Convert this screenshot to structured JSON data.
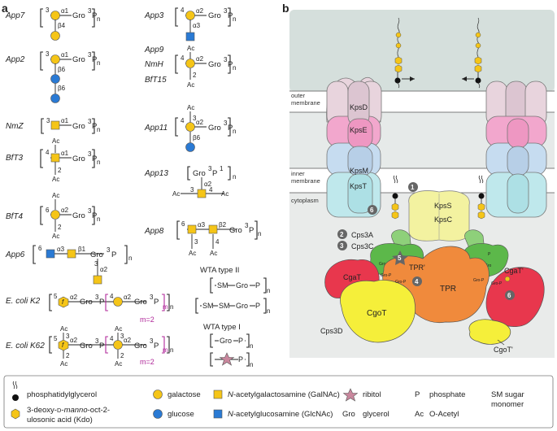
{
  "panel_labels": {
    "a": "a",
    "b": "b"
  },
  "colors": {
    "galactose": "#f5c518",
    "glucose": "#2a7ad4",
    "galnac": "#f5c518",
    "glcnac": "#2a7ad4",
    "ribitol": "#c9879d",
    "kdo": "#f5c518",
    "magenta": "#b0289a",
    "kpsD": "#e8d4dd",
    "kpsE": "#f2a7cd",
    "kpsM": "#c6dcf0",
    "kpsT": "#bfe8ec",
    "kpsSC": "#f3f2a0",
    "cps3": "#5cb84a",
    "tpr": "#f08a3c",
    "cgoT": "#f5ef3a",
    "cgaT": "#e8374d",
    "periplasm": "#d9e2df"
  },
  "panel_a": {
    "structures": [
      {
        "name": "App7",
        "links": [
          "3",
          "α1",
          "β4"
        ],
        "tail": [
          "Gro",
          "3",
          "P",
          "n"
        ]
      },
      {
        "name": "App2",
        "links": [
          "3",
          "α1",
          "β6",
          "β6"
        ],
        "tail": [
          "Gro",
          "3",
          "P",
          "n"
        ]
      },
      {
        "name": "NmZ",
        "links": [
          "3",
          "α1"
        ],
        "tail": [
          "Gro",
          "3",
          "P",
          "n"
        ]
      },
      {
        "name": "BfT3",
        "links": [
          "4",
          "α1",
          "Ac",
          "2",
          "Ac"
        ],
        "tail": [
          "Gro",
          "3",
          "P",
          "n"
        ]
      },
      {
        "name": "BfT4",
        "links": [
          "6",
          "α2",
          "Ac",
          "2",
          "Ac"
        ],
        "tail": [
          "Gro",
          "3",
          "P",
          "n"
        ]
      },
      {
        "name": "App6",
        "links": [
          "6",
          "α3",
          "β1",
          "3",
          "α2"
        ],
        "tail": [
          "Gro",
          "3",
          "P",
          "n"
        ]
      },
      {
        "name": "App3",
        "links": [
          "4",
          "α2",
          "α3"
        ],
        "tail": [
          "Gro",
          "3",
          "P",
          "n"
        ]
      },
      {
        "name": "App9",
        "links": []
      },
      {
        "name": "NmH",
        "links": [
          "4",
          "α2",
          "Ac",
          "2",
          "Ac"
        ],
        "tail": [
          "Gro",
          "3",
          "P",
          "n"
        ]
      },
      {
        "name": "BfT15",
        "links": []
      },
      {
        "name": "App11",
        "links": [
          "4",
          "α2",
          "Ac",
          "3",
          "β6"
        ],
        "tail": [
          "Gro",
          "3",
          "P",
          "n"
        ]
      },
      {
        "name": "App13",
        "links": [
          "Gro",
          "3",
          "P",
          "1",
          "α2",
          "3",
          "4",
          "Ac",
          "Ac"
        ],
        "tail": [
          "n"
        ]
      },
      {
        "name": "App8",
        "links": [
          "6",
          "α3",
          "β2",
          "3",
          "4",
          "Ac",
          "Ac"
        ],
        "tail": [
          "Gro",
          "3",
          "P",
          "n"
        ]
      }
    ],
    "ecoli_k2": {
      "name": "E. coli K2",
      "links": [
        "5",
        "f",
        "α2",
        "Gro",
        "3",
        "P",
        "4",
        "α2",
        "Gro",
        "3",
        "P",
        "m",
        "n"
      ],
      "m": "m=2"
    },
    "ecoli_k62": {
      "name": "E. coli K62",
      "links": [
        "5",
        "f",
        "α2",
        "Ac",
        "3",
        "2",
        "Ac",
        "Gro",
        "3",
        "P",
        "4",
        "α2",
        "3",
        "2",
        "Ac",
        "Ac",
        "Gro",
        "3",
        "P",
        "m",
        "n"
      ],
      "m": "m=2"
    },
    "wta2": {
      "title": "WTA type II",
      "rows": [
        [
          "SM",
          "Gro",
          "P",
          "n"
        ],
        [
          "SM",
          "SM",
          "Gro",
          "P",
          "n"
        ]
      ]
    },
    "wta1": {
      "title": "WTA type I",
      "rows": [
        [
          "Gro",
          "P",
          "n"
        ],
        [
          "P",
          "n"
        ]
      ]
    }
  },
  "panel_b": {
    "labels": {
      "outer_membrane": "outer\nmembrane",
      "inner_membrane": "inner\nmembrane",
      "cytoplasm": "cytoplasm",
      "kpsD": "KpsD",
      "kpsE": "KpsE",
      "kpsM": "KpsM",
      "kpsT": "KpsT",
      "kpsS": "KpsS",
      "kpsC": "KpsC",
      "cps3A": "Cps3A",
      "cps3C": "Cps3C",
      "tpr_prime": "TPR'",
      "tpr": "TPR",
      "cgaT": "CgaT",
      "cgaT_prime": "CgaT'",
      "cgoT": "CgoT",
      "cgoT_prime": "CgoT'",
      "cps3D": "Cps3D",
      "gro_p": "Gro-P",
      "p": "P",
      "gro": "Gro"
    },
    "step_numbers": [
      "1",
      "2",
      "3",
      "4",
      "5",
      "6"
    ]
  },
  "legend": {
    "phosphatidylglycerol": "phosphatidylglycerol",
    "kdo": "3-deoxy-D-manno-oct-2-ulosonic acid (Kdo)",
    "kdo_line1": "3-deoxy-",
    "kdo_line1_sc": "D",
    "kdo_line1_mid": "-",
    "kdo_line1_it": "manno",
    "kdo_line1_end": "-oct-2-",
    "kdo_line2": "ulosonic acid (Kdo)",
    "galactose": "galactose",
    "glucose": "glucose",
    "galnac_prefix": "N",
    "galnac": "-acetylgalactosamine (GalNAc)",
    "glcnac_prefix": "N",
    "glcnac": "-acetylglucosamine (GlcNAc)",
    "ribitol": "ribitol",
    "gro_symbol": "Gro",
    "glycerol": "glycerol",
    "p_symbol": "P",
    "phosphate": "phosphate",
    "ac_symbol": "Ac",
    "o_acetyl": "O-Acetyl",
    "sm_line1": "SM sugar",
    "sm_line2": "monomer"
  }
}
